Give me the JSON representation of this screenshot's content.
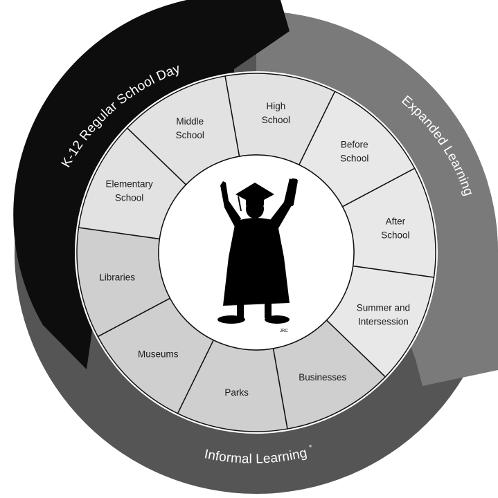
{
  "rings": {
    "k12": {
      "label": "K-12 Regular School Day",
      "color": "#0d0d0d"
    },
    "expanded": {
      "label": "Expanded Learning",
      "color": "#7a7a7a"
    },
    "informal": {
      "label": "Informal Learning",
      "marker": "*",
      "color": "#555555"
    }
  },
  "segments": [
    {
      "id": "high-school",
      "lines": [
        "High",
        "School"
      ],
      "fill": "#e2e2e2"
    },
    {
      "id": "before-school",
      "lines": [
        "Before",
        "School"
      ],
      "fill": "#e8e8e8"
    },
    {
      "id": "after-school",
      "lines": [
        "After",
        "School"
      ],
      "fill": "#e8e8e8"
    },
    {
      "id": "summer-intersession",
      "lines": [
        "Summer and",
        "Intersession"
      ],
      "fill": "#e8e8e8"
    },
    {
      "id": "businesses",
      "lines": [
        "Businesses"
      ],
      "fill": "#cfcfcf"
    },
    {
      "id": "parks",
      "lines": [
        "Parks"
      ],
      "fill": "#cfcfcf"
    },
    {
      "id": "museums",
      "lines": [
        "Museums"
      ],
      "fill": "#cfcfcf"
    },
    {
      "id": "libraries",
      "lines": [
        "Libraries"
      ],
      "fill": "#cfcfcf"
    },
    {
      "id": "elementary-school",
      "lines": [
        "Elementary",
        "School"
      ],
      "fill": "#e2e2e2"
    },
    {
      "id": "middle-school",
      "lines": [
        "Middle",
        "School"
      ],
      "fill": "#e2e2e2"
    }
  ],
  "center": {
    "icon": "graduate-icon",
    "signature": "JRC"
  }
}
